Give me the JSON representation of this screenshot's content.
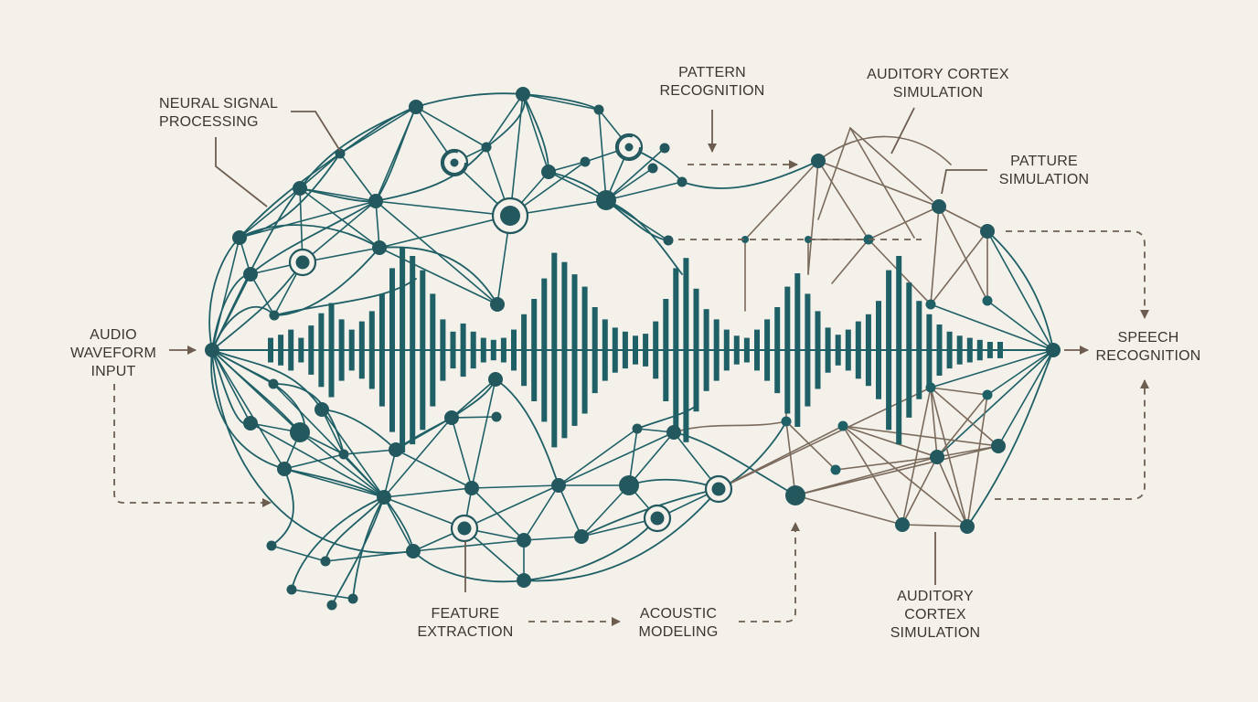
{
  "colors": {
    "background": "#f3f1ea",
    "network": "#1f5f66",
    "node": "#23585e",
    "cortex": "#7a6a5c",
    "annotation": "#6d5d50",
    "text": "#3d3530"
  },
  "labels": {
    "neural_signal_processing": [
      "NEURAL SIGNAL",
      "PROCESSING"
    ],
    "pattern_recognition": [
      "PATTERN",
      "RECOGNITION"
    ],
    "auditory_cortex_top": [
      "AUDITORY CORTEX",
      "SIMULATION"
    ],
    "patture_simulation": [
      "PATTURE",
      "SIMULATION"
    ],
    "audio_waveform_input": [
      "AUDIO",
      "WAVEFORM",
      "INPUT"
    ],
    "speech_recognition": [
      "SPEECH",
      "RECOGNITION"
    ],
    "feature_extraction": [
      "FEATURE",
      "EXTRACTION"
    ],
    "acoustic_modeling": [
      "ACOUSTIC",
      "MODELING"
    ],
    "auditory_cortex_bottom": [
      "AUDITORY",
      "CORTEX",
      "SIMULATION"
    ]
  },
  "waveform": {
    "bar_amplitudes": [
      0.12,
      0.15,
      0.2,
      0.12,
      0.24,
      0.36,
      0.46,
      0.3,
      0.2,
      0.28,
      0.38,
      0.55,
      0.8,
      1.0,
      0.92,
      0.78,
      0.55,
      0.3,
      0.18,
      0.26,
      0.18,
      0.12,
      0.1,
      0.12,
      0.2,
      0.35,
      0.5,
      0.7,
      0.95,
      0.86,
      0.74,
      0.62,
      0.42,
      0.3,
      0.22,
      0.18,
      0.14,
      0.16,
      0.28,
      0.5,
      0.8,
      0.9,
      0.6,
      0.4,
      0.3,
      0.2,
      0.14,
      0.12,
      0.2,
      0.3,
      0.42,
      0.62,
      0.75,
      0.55,
      0.38,
      0.22,
      0.15,
      0.2,
      0.28,
      0.35,
      0.48,
      0.78,
      0.92,
      0.66,
      0.48,
      0.35,
      0.25,
      0.18,
      0.14,
      0.12,
      0.1,
      0.08,
      0.08
    ]
  }
}
